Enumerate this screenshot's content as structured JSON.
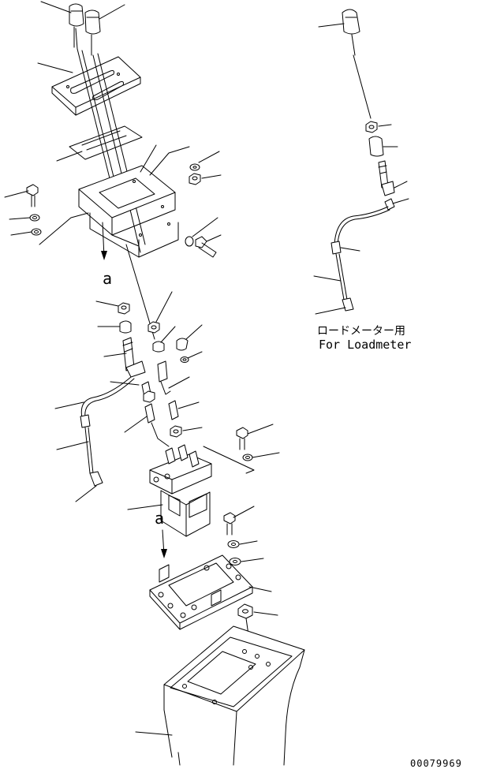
{
  "callouts": {
    "loadmeter_jp": "ロードメーター用",
    "loadmeter_en": "For Loadmeter",
    "view_mark_upper": "a",
    "view_mark_lower": "a"
  },
  "drawing_number": "00079969"
}
